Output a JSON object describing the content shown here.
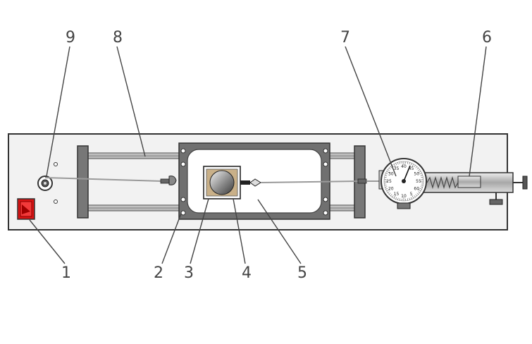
{
  "callouts": [
    {
      "label": "1",
      "part": "power-switch"
    },
    {
      "label": "2",
      "part": "sled-frame"
    },
    {
      "label": "3",
      "part": "test-weight"
    },
    {
      "label": "4",
      "part": "weight-holder"
    },
    {
      "label": "5",
      "part": "test-surface"
    },
    {
      "label": "6",
      "part": "spring-mechanism"
    },
    {
      "label": "7",
      "part": "dial-gauge"
    },
    {
      "label": "8",
      "part": "guide-rod"
    },
    {
      "label": "9",
      "part": "winding-pulley"
    }
  ],
  "dial": {
    "numbers": [
      "40",
      "45",
      "50",
      "55",
      "60",
      "5",
      "10",
      "15",
      "20",
      "25",
      "30",
      "35"
    ],
    "highlight": "60"
  },
  "colors": {
    "base": "#f2f2f2",
    "outline": "#333333",
    "frame": "#6e6e6e",
    "rail": "#b4b4b4",
    "switch": "#e01616",
    "highlight_number": "#d01010",
    "leader": "#444444"
  }
}
